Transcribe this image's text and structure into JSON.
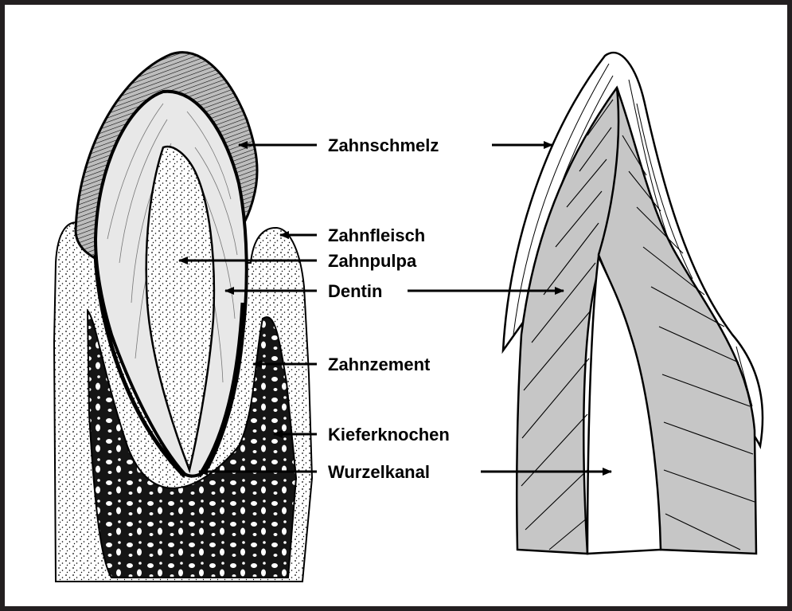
{
  "labels": {
    "enamel": "Zahnschmelz",
    "gum": "Zahnfleisch",
    "pulp": "Zahnpulpa",
    "dentin": "Dentin",
    "cementum": "Zahnzement",
    "jawbone": "Kieferknochen",
    "root_canal": "Wurzelkanal"
  },
  "colors": {
    "frame": "#231f20",
    "ink": "#000000",
    "dentin_fill": "#c6c6c6",
    "enamel_dark": "#6e6e6e",
    "background": "#ffffff"
  }
}
